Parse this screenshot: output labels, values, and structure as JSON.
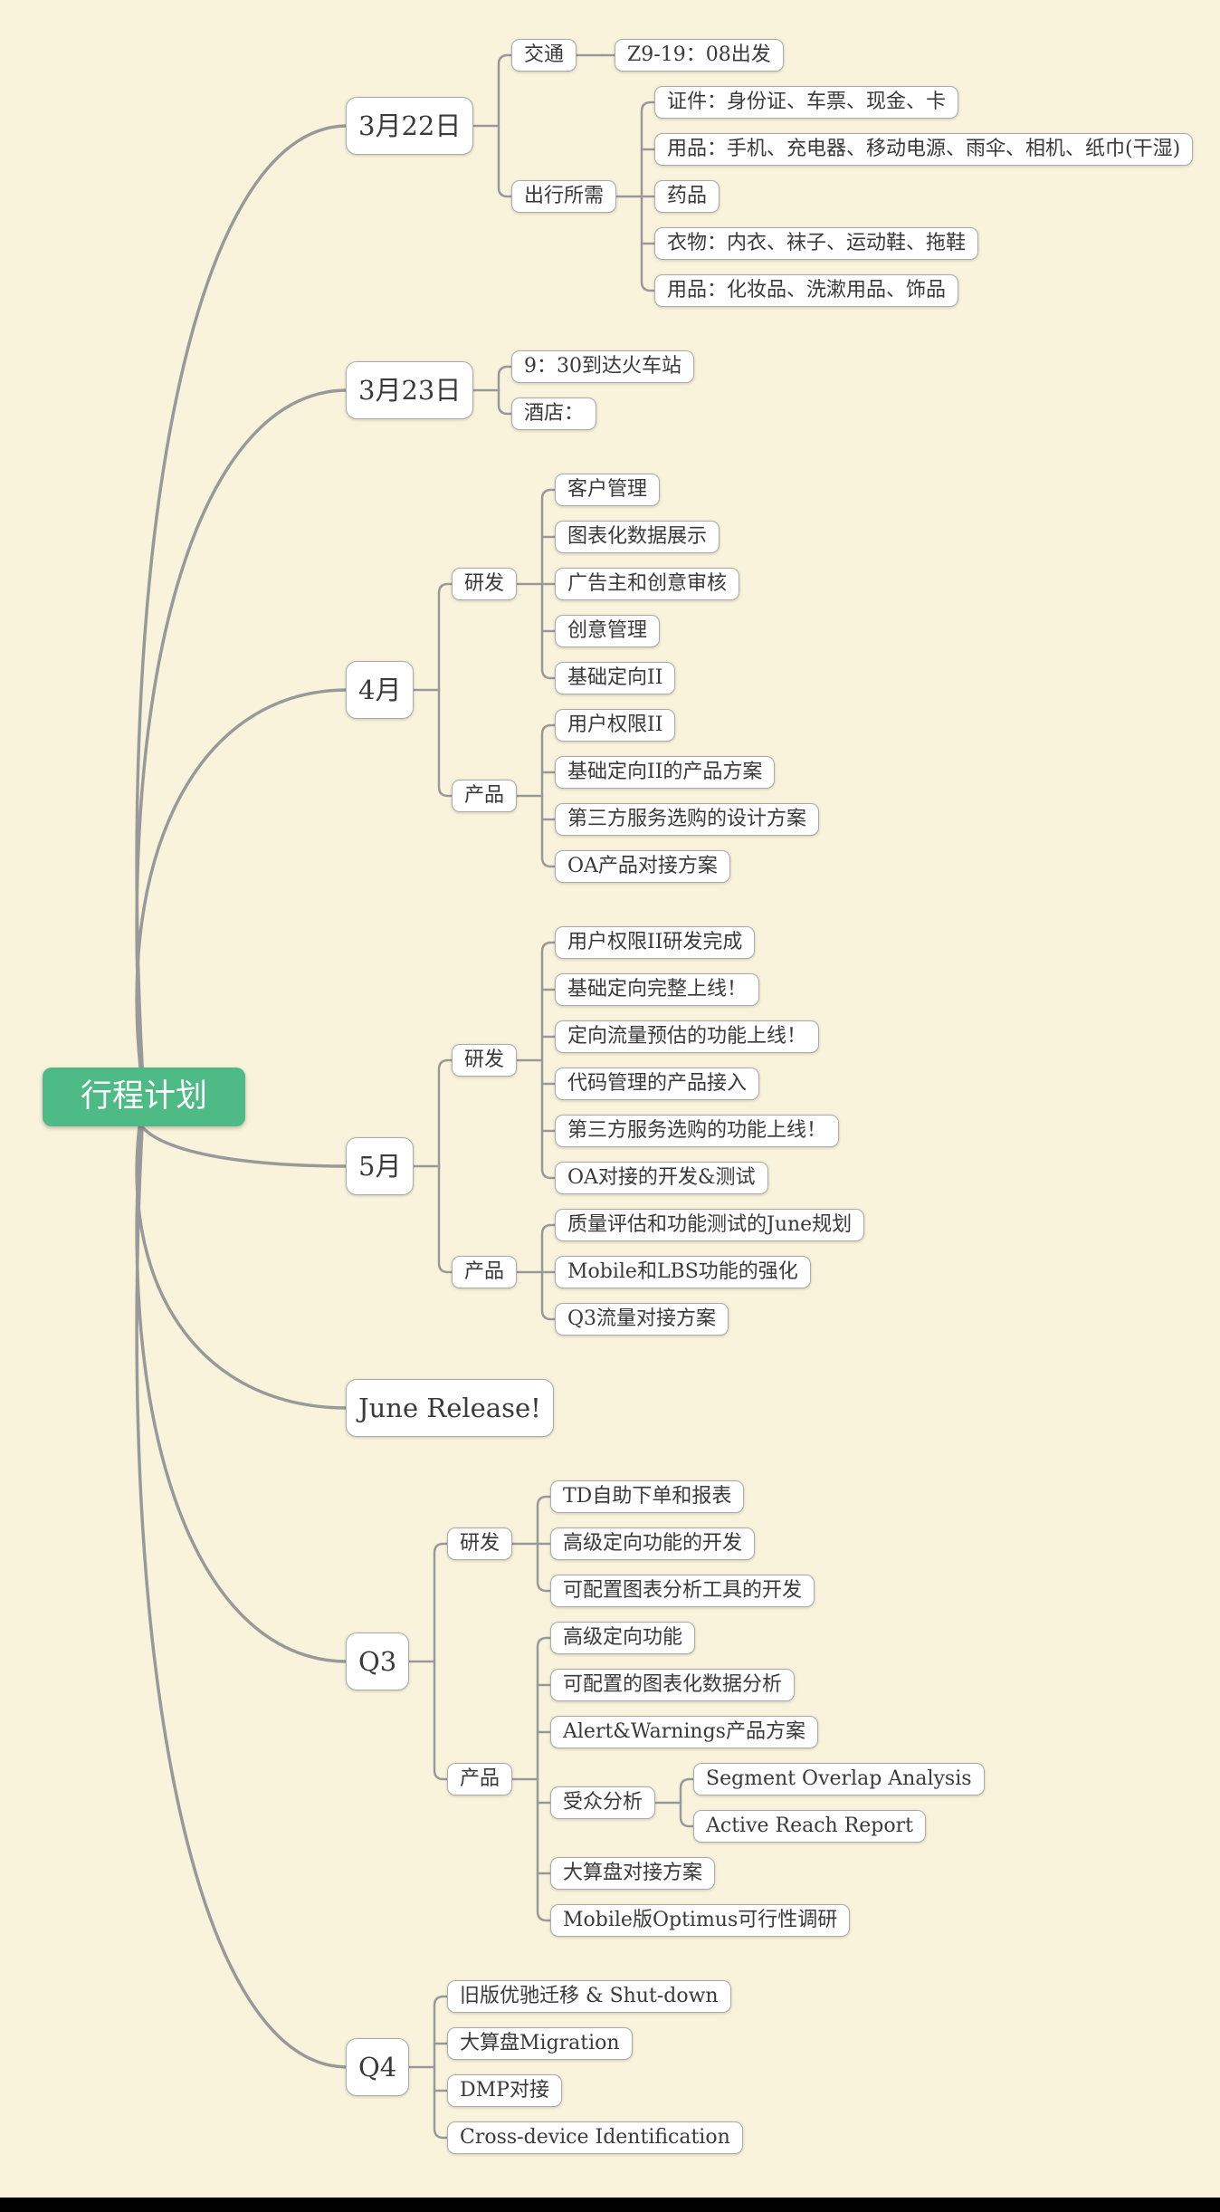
{
  "canvas": {
    "bg": "#FAF3DC",
    "line_color": "#999999",
    "node_bg": "#FFFFFF",
    "node_border": "#ABABAB",
    "text_color": "#3A3A3A",
    "root_bg": "#4EBB86",
    "root_text_color": "#FFFFFF",
    "bottom_bar_color": "#000000"
  },
  "mindmap": {
    "root": {
      "label": "行程计划",
      "children": [
        {
          "label": "3月22日",
          "children": [
            {
              "label": "交通",
              "children": [
                {
                  "label": "Z9-19：08出发"
                }
              ]
            },
            {
              "label": "出行所需",
              "children": [
                {
                  "label": "证件：身份证、车票、现金、卡"
                },
                {
                  "label": "用品：手机、充电器、移动电源、雨伞、相机、纸巾(干湿)"
                },
                {
                  "label": "药品"
                },
                {
                  "label": "衣物：内衣、袜子、运动鞋、拖鞋"
                },
                {
                  "label": "用品：化妆品、洗漱用品、饰品"
                }
              ]
            }
          ]
        },
        {
          "label": "3月23日",
          "children": [
            {
              "label": "9：30到达火车站"
            },
            {
              "label": "酒店："
            }
          ]
        },
        {
          "label": "4月",
          "children": [
            {
              "label": "研发",
              "children": [
                {
                  "label": "客户管理"
                },
                {
                  "label": "图表化数据展示"
                },
                {
                  "label": "广告主和创意审核"
                },
                {
                  "label": "创意管理"
                },
                {
                  "label": "基础定向II"
                }
              ]
            },
            {
              "label": "产品",
              "children": [
                {
                  "label": "用户权限II"
                },
                {
                  "label": "基础定向II的产品方案"
                },
                {
                  "label": "第三方服务选购的设计方案"
                },
                {
                  "label": "OA产品对接方案"
                }
              ]
            }
          ]
        },
        {
          "label": "5月",
          "children": [
            {
              "label": "研发",
              "children": [
                {
                  "label": "用户权限II研发完成"
                },
                {
                  "label": "基础定向完整上线！"
                },
                {
                  "label": "定向流量预估的功能上线！"
                },
                {
                  "label": "代码管理的产品接入"
                },
                {
                  "label": "第三方服务选购的功能上线！"
                },
                {
                  "label": "OA对接的开发&测试"
                }
              ]
            },
            {
              "label": "产品",
              "children": [
                {
                  "label": "质量评估和功能测试的June规划"
                },
                {
                  "label": "Mobile和LBS功能的强化"
                },
                {
                  "label": "Q3流量对接方案"
                }
              ]
            }
          ]
        },
        {
          "label": "June Release!"
        },
        {
          "label": "Q3",
          "children": [
            {
              "label": "研发",
              "children": [
                {
                  "label": "TD自助下单和报表"
                },
                {
                  "label": "高级定向功能的开发"
                },
                {
                  "label": "可配置图表分析工具的开发"
                }
              ]
            },
            {
              "label": "产品",
              "children": [
                {
                  "label": "高级定向功能"
                },
                {
                  "label": "可配置的图表化数据分析"
                },
                {
                  "label": "Alert&Warnings产品方案"
                },
                {
                  "label": "受众分析",
                  "children": [
                    {
                      "label": "Segment Overlap Analysis"
                    },
                    {
                      "label": "Active Reach Report"
                    }
                  ]
                },
                {
                  "label": "大算盘对接方案"
                },
                {
                  "label": "Mobile版Optimus可行性调研"
                }
              ]
            }
          ]
        },
        {
          "label": "Q4",
          "children": [
            {
              "label": "旧版优驰迁移 & Shut-down"
            },
            {
              "label": "大算盘Migration"
            },
            {
              "label": "DMP对接"
            },
            {
              "label": "Cross-device Identification"
            }
          ]
        }
      ]
    }
  }
}
